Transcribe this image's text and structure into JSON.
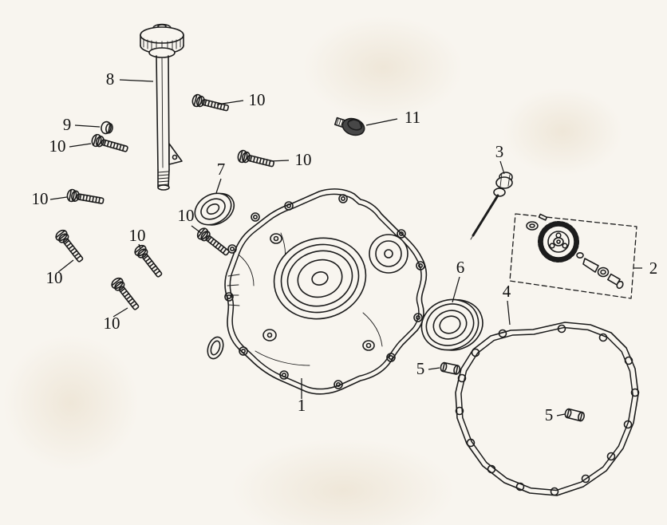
{
  "diagram": {
    "colors": {
      "background": "#f8f5ef",
      "line": "#1c1c1c",
      "label_text": "#111111"
    },
    "labels": {
      "part1": "1",
      "part2": "2",
      "part3": "3",
      "part4": "4",
      "part5_a": "5",
      "part5_b": "5",
      "part6": "6",
      "part7": "7",
      "part8": "8",
      "part9": "9",
      "part10_a": "10",
      "part10_b": "10",
      "part10_c": "10",
      "part10_d": "10",
      "part10_e": "10",
      "part10_f": "10",
      "part10_g": "10",
      "part10_h": "10",
      "part11": "11"
    }
  }
}
